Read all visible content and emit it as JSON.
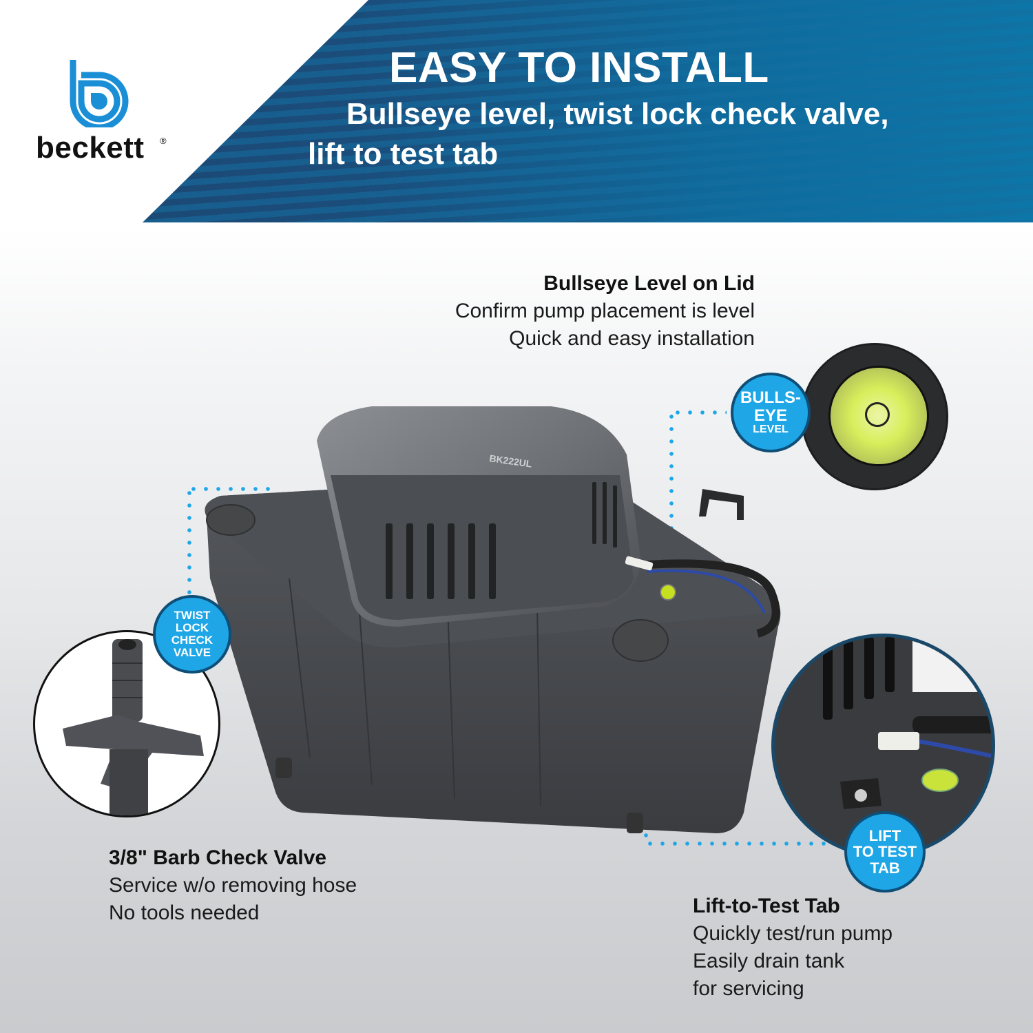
{
  "brand": {
    "name": "beckett",
    "registered_mark": "®",
    "logo_color": "#1b8fd6"
  },
  "banner": {
    "title": "EASY TO INSTALL",
    "subtitle_line1": "Bullseye level, twist lock check valve,",
    "subtitle_line2": "lift to test tab",
    "colors": {
      "dark": "#1c4772",
      "light": "#0d76a8"
    }
  },
  "callouts": {
    "bullseye": {
      "heading": "Bullseye Level on Lid",
      "lines": [
        "Confirm pump placement is level",
        "Quick and easy installation"
      ]
    },
    "check_valve": {
      "heading": "3/8\" Barb Check Valve",
      "lines": [
        "Service w/o removing hose",
        "No tools needed"
      ]
    },
    "lift_tab": {
      "heading": "Lift-to-Test Tab",
      "lines": [
        "Quickly test/run pump",
        "Easily drain tank",
        "for servicing"
      ]
    }
  },
  "badges": {
    "bullseye": [
      "BULLS-",
      "EYE",
      "LEVEL"
    ],
    "twist_lock": [
      "TWIST",
      "LOCK",
      "CHECK",
      "VALVE"
    ],
    "lift_tab": [
      "LIFT",
      "TO TEST",
      "TAB"
    ],
    "color": "#1ea6e6"
  },
  "product": {
    "model_label": "BK222UL"
  }
}
